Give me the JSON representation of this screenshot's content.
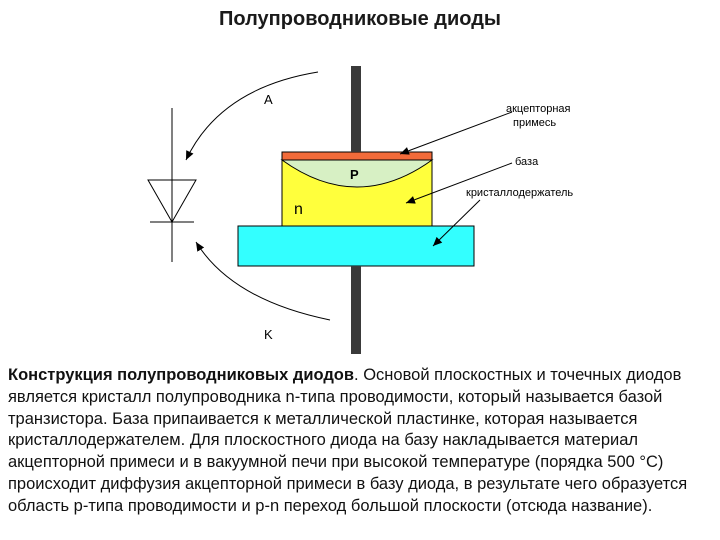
{
  "title": "Полупроводниковые диоды",
  "diagram": {
    "labels": {
      "anode": "A",
      "cathode": "K",
      "p_region": "P",
      "n_region": "n",
      "acceptor_impurity_line1": "акцепторная",
      "acceptor_impurity_line2": "примесь",
      "base": "база",
      "crystal_holder": "кристаллодержатель"
    },
    "colors": {
      "acceptor_layer": "#f26b3a",
      "p_region": "#d7f0c4",
      "n_crystal": "#ffff3c",
      "holder_plate": "#33ffff",
      "lead": "#3a3a3a"
    }
  },
  "description": {
    "bold_heading": "Конструкция полупроводниковых диодов",
    "body": ". Основой плоскостных и точечных диодов является кристалл полупроводника n-типа проводимости, который называется базой транзистора. База припаивается к металлической пластинке, которая называется кристаллодержателем. Для плоскостного диода на базу накладывается материал акцепторной примеси и в вакуумной печи при высокой температуре (порядка 500 °С) происходит диффузия акцепторной примеси в базу диода, в результате чего образуется область p-типа проводимости и p-n переход большой плоскости (отсюда название)."
  }
}
